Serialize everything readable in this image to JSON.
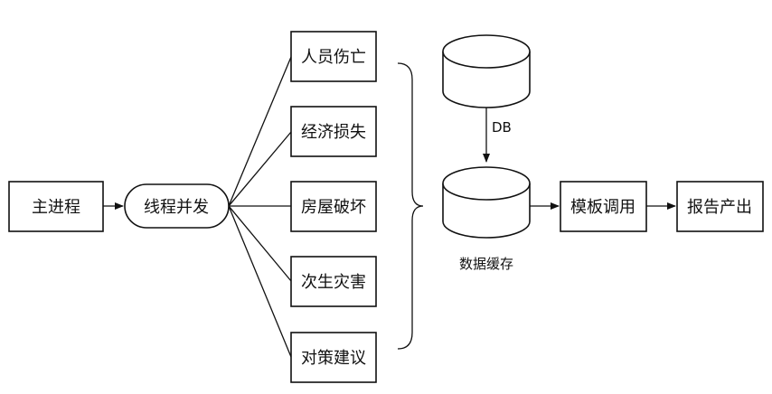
{
  "nodes": {
    "main_process": "主进程",
    "thread_concurrency": "线程并发",
    "outputs": [
      "人员伤亡",
      "经济损失",
      "房屋破坏",
      "次生灾害",
      "对策建议"
    ],
    "db_label": "DB",
    "data_cache": "数据缓存",
    "template_call": "模板调用",
    "report_output": "报告产出"
  },
  "colors": {
    "stroke": "#111111",
    "background": "#ffffff"
  }
}
